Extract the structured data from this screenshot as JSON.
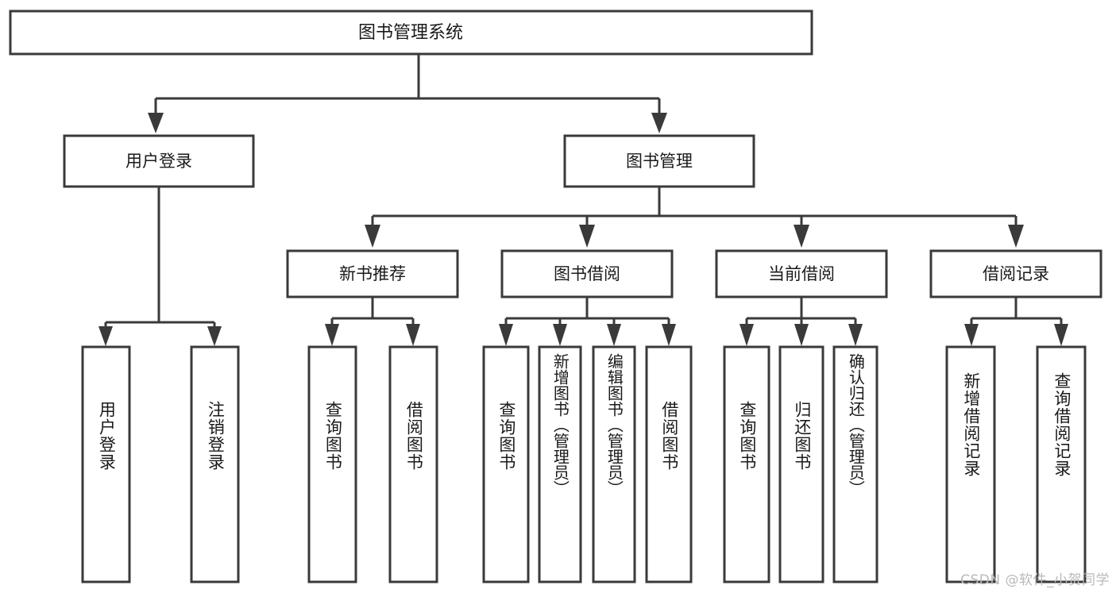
{
  "diagram": {
    "type": "hierarchy-tree",
    "orientation": "top-down",
    "root_label": "图书管理系统",
    "stroke_color": "#3a3a3a",
    "fill_color": "#ffffff",
    "text_color": "#1a1a1a",
    "background_color": "#ffffff"
  },
  "nodes": {
    "root": {
      "label": "图书管理系统",
      "level": 1,
      "orientation": "horizontal"
    },
    "level2": [
      {
        "id": "user-login",
        "label": "用户登录",
        "level": 2,
        "orientation": "horizontal"
      },
      {
        "id": "book-manage",
        "label": "图书管理",
        "level": 2,
        "orientation": "horizontal"
      }
    ],
    "level3": [
      {
        "id": "new-book-recommend",
        "label": "新书推荐",
        "level": 3,
        "orientation": "horizontal",
        "parent": "book-manage"
      },
      {
        "id": "book-borrow",
        "label": "图书借阅",
        "level": 3,
        "orientation": "horizontal",
        "parent": "book-manage"
      },
      {
        "id": "current-borrow",
        "label": "当前借阅",
        "level": 3,
        "orientation": "horizontal",
        "parent": "book-manage"
      },
      {
        "id": "borrow-record",
        "label": "借阅记录",
        "level": 3,
        "orientation": "horizontal",
        "parent": "book-manage"
      }
    ],
    "leaves": [
      {
        "id": "leaf-user-login",
        "label": "用户登录",
        "parent": "user-login",
        "orientation": "vertical"
      },
      {
        "id": "leaf-user-logout",
        "label": "注销登录",
        "parent": "user-login",
        "orientation": "vertical"
      },
      {
        "id": "leaf-query-book-1",
        "label": "查询图书",
        "parent": "new-book-recommend",
        "orientation": "vertical"
      },
      {
        "id": "leaf-borrow-book-1",
        "label": "借阅图书",
        "parent": "new-book-recommend",
        "orientation": "vertical"
      },
      {
        "id": "leaf-query-book-2",
        "label": "查询图书",
        "parent": "book-borrow",
        "orientation": "vertical"
      },
      {
        "id": "leaf-add-book",
        "label": "新增图书（管理员）",
        "parent": "book-borrow",
        "orientation": "vertical"
      },
      {
        "id": "leaf-edit-book",
        "label": "编辑图书（管理员）",
        "parent": "book-borrow",
        "orientation": "vertical"
      },
      {
        "id": "leaf-borrow-book-2",
        "label": "借阅图书",
        "parent": "book-borrow",
        "orientation": "vertical"
      },
      {
        "id": "leaf-query-book-3",
        "label": "查询图书",
        "parent": "current-borrow",
        "orientation": "vertical"
      },
      {
        "id": "leaf-return-book",
        "label": "归还图书",
        "parent": "current-borrow",
        "orientation": "vertical"
      },
      {
        "id": "leaf-confirm-return",
        "label": "确认归还（管理员）",
        "parent": "current-borrow",
        "orientation": "vertical"
      },
      {
        "id": "leaf-add-record",
        "label": "新增借阅记录",
        "parent": "borrow-record",
        "orientation": "vertical"
      },
      {
        "id": "leaf-query-record",
        "label": "查询借阅记录",
        "parent": "borrow-record",
        "orientation": "vertical"
      }
    ]
  },
  "watermark": {
    "text": "CSDN @软件_小贺同学"
  }
}
